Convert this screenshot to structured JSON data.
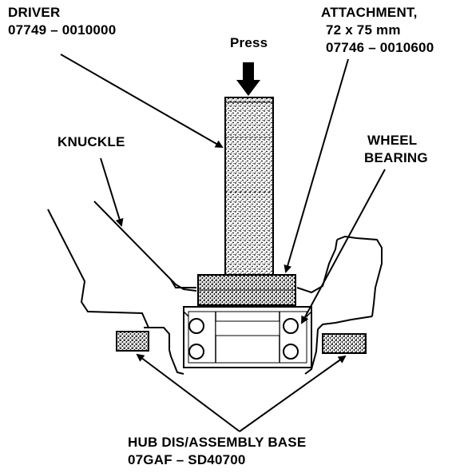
{
  "labels": {
    "driver_title": "DRIVER",
    "driver_part": "07749 – 0010000",
    "attachment_title": "ATTACHMENT,",
    "attachment_size": "72 x 75 mm",
    "attachment_part": "07746 – 0010600",
    "press": "Press",
    "knuckle": "KNUCKLE",
    "wheel_line1": "WHEEL",
    "wheel_line2": "BEARING",
    "base_title": "HUB DIS/ASSEMBLY BASE",
    "base_part": "07GAF – SD40700"
  },
  "colors": {
    "ink": "#000000",
    "paper": "#ffffff",
    "stipple": "#000000"
  }
}
